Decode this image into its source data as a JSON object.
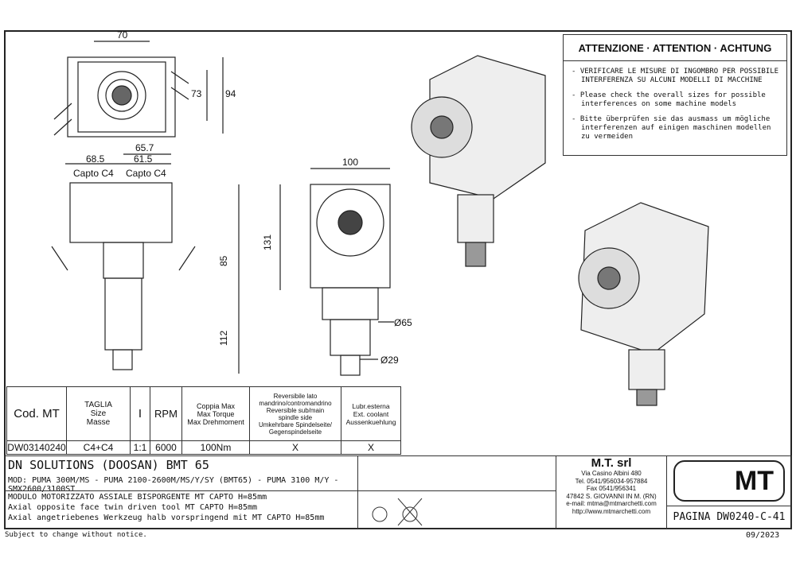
{
  "dimensions": {
    "top_width": "70",
    "top_h1": "73",
    "top_h2": "94",
    "side_overall": "65.7",
    "side_left": "68.5",
    "side_right": "61.5",
    "capto_left": "Capto C4",
    "capto_right": "Capto C4",
    "side_h1": "85",
    "side_h2": "112",
    "front_width": "100",
    "front_height": "131",
    "dia1": "Ø65",
    "dia2": "Ø29"
  },
  "warning": {
    "title": "ATTENZIONE · ATTENTION · ACHTUNG",
    "items": [
      "- VERIFICARE LE MISURE DI INGOMBRO PER POSSIBILE INTERFERENZA SU ALCUNI MODELLI DI MACCHINE",
      "- Please check the overall sizes for possible interferences on some machine models",
      "- Bitte überprüfen sie das ausmass um mögliche interferenzen auf einigen maschinen modellen zu vermeiden"
    ]
  },
  "table": {
    "headers": [
      "Cod. MT",
      "TAGLIA\nSize\nMasse",
      "I",
      "RPM",
      "Coppia Max\nMax Torque\nMax Drehmoment",
      "Reversibile lato\nmandrino/contromandrino\nReversible sub/main\nspindle side\nUmkehrbare Spindelseite/\nGegenspindelseite",
      "Lubr.esterna\nExt. coolant\nAussenkuehlung"
    ],
    "row": [
      "DW03140240",
      "C4+C4",
      "1:1",
      "6000",
      "100Nm",
      "X",
      "X"
    ]
  },
  "title_block": {
    "machine": "DN SOLUTIONS (DOOSAN)   BMT 65",
    "models": "MOD: PUMA 300M/MS - PUMA 2100-2600M/MS/Y/SY (BMT65) - PUMA 3100 M/Y - SMX2600/3100ST",
    "desc_it": "MODULO MOTORIZZATO ASSIALE BISPORGENTE MT CAPTO H=85mm",
    "desc_en": "Axial opposite face twin driven tool MT CAPTO H=85mm",
    "desc_de": "Axial angetriebenes Werkzeug halb vorspringend mit MT CAPTO H=85mm",
    "company": "M.T. srl",
    "address": "Via Casino Albini 480",
    "tel": "Tel. 0541/956034-957884",
    "fax": "Fax 0541/956341",
    "city": "47842 S. GIOVANNI IN M. (RN)",
    "email": "e-mail: mtma@mtmarchetti.com",
    "web": "http://www.mtmarchetti.com",
    "logo": "MT",
    "page": "PAGINA DW0240-C-41"
  },
  "footer": {
    "notice": "Subject to change without notice.",
    "date": "09/2023"
  }
}
